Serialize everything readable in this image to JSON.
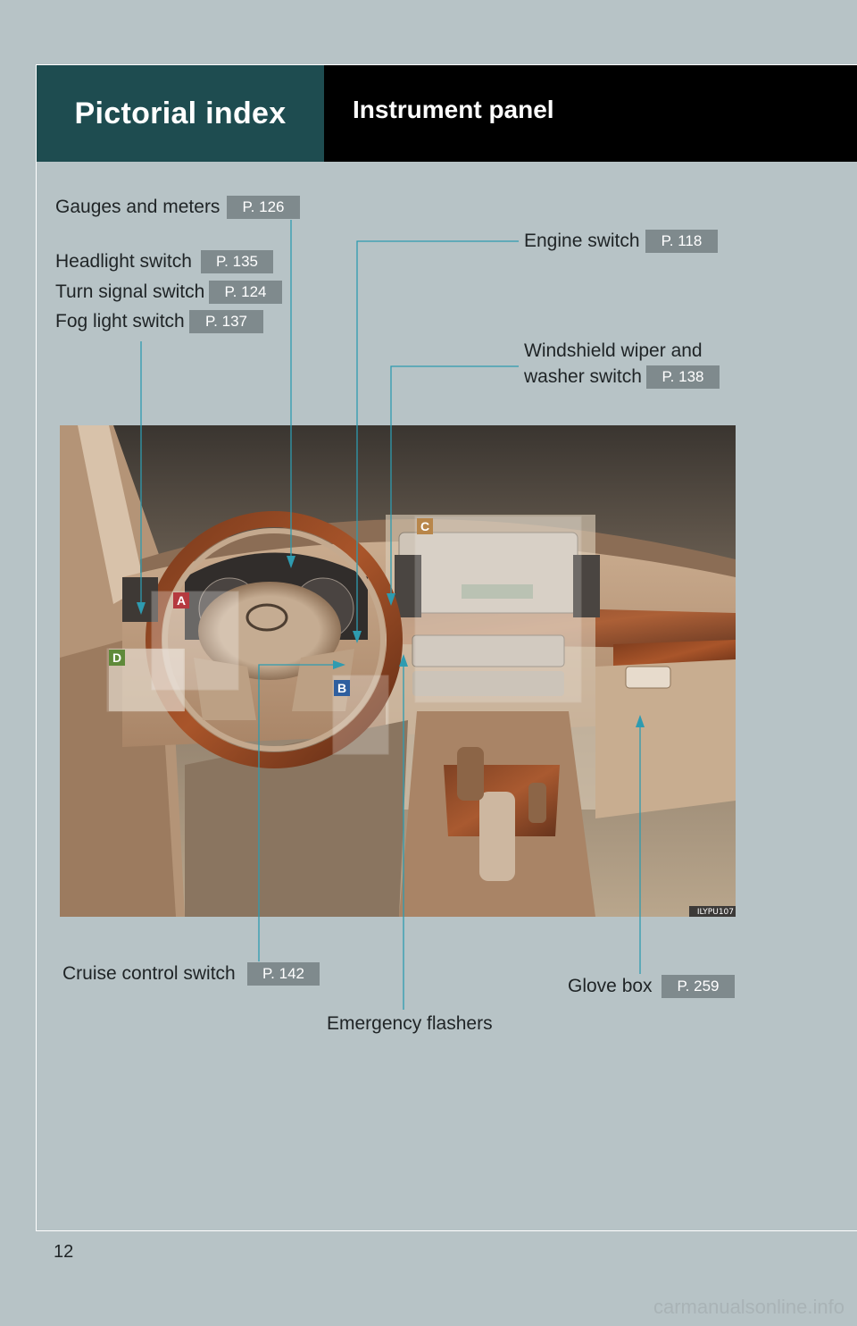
{
  "header": {
    "section": "Pictorial index",
    "title": "Instrument panel"
  },
  "callouts": {
    "gauges": {
      "label": "Gauges and meters",
      "page": "P. 126"
    },
    "headlight": {
      "label": "Headlight switch",
      "page": "P. 135"
    },
    "turn_signal": {
      "label": "Turn signal switch",
      "page": "P. 124"
    },
    "fog_light": {
      "label": "Fog light switch",
      "page": "P. 137"
    },
    "engine": {
      "label": "Engine switch",
      "page": "P. 118"
    },
    "wiper_line1": "Windshield wiper and",
    "wiper_line2": "washer switch",
    "wiper_page": "P. 138",
    "cruise": {
      "label": "Cruise control switch",
      "page": "P. 142"
    },
    "glove": {
      "label": "Glove box",
      "page": "P. 259"
    },
    "emergency": {
      "label": "Emergency flashers"
    }
  },
  "photo": {
    "code": "ILYPU107",
    "markers": [
      "A",
      "B",
      "C",
      "D"
    ]
  },
  "footer": {
    "page_number": "12",
    "watermark": "carmanualsonline.info"
  },
  "colors": {
    "background": "#b7c3c6",
    "header_left": "#1e4c50",
    "header_right": "#000000",
    "badge": "#7f8a8d",
    "leader_line": "#2e9bb0",
    "marker_red": "#b53a3f",
    "marker_blue": "#2f5f9f",
    "marker_tan": "#b8864a",
    "marker_green": "#5f8a3a"
  }
}
